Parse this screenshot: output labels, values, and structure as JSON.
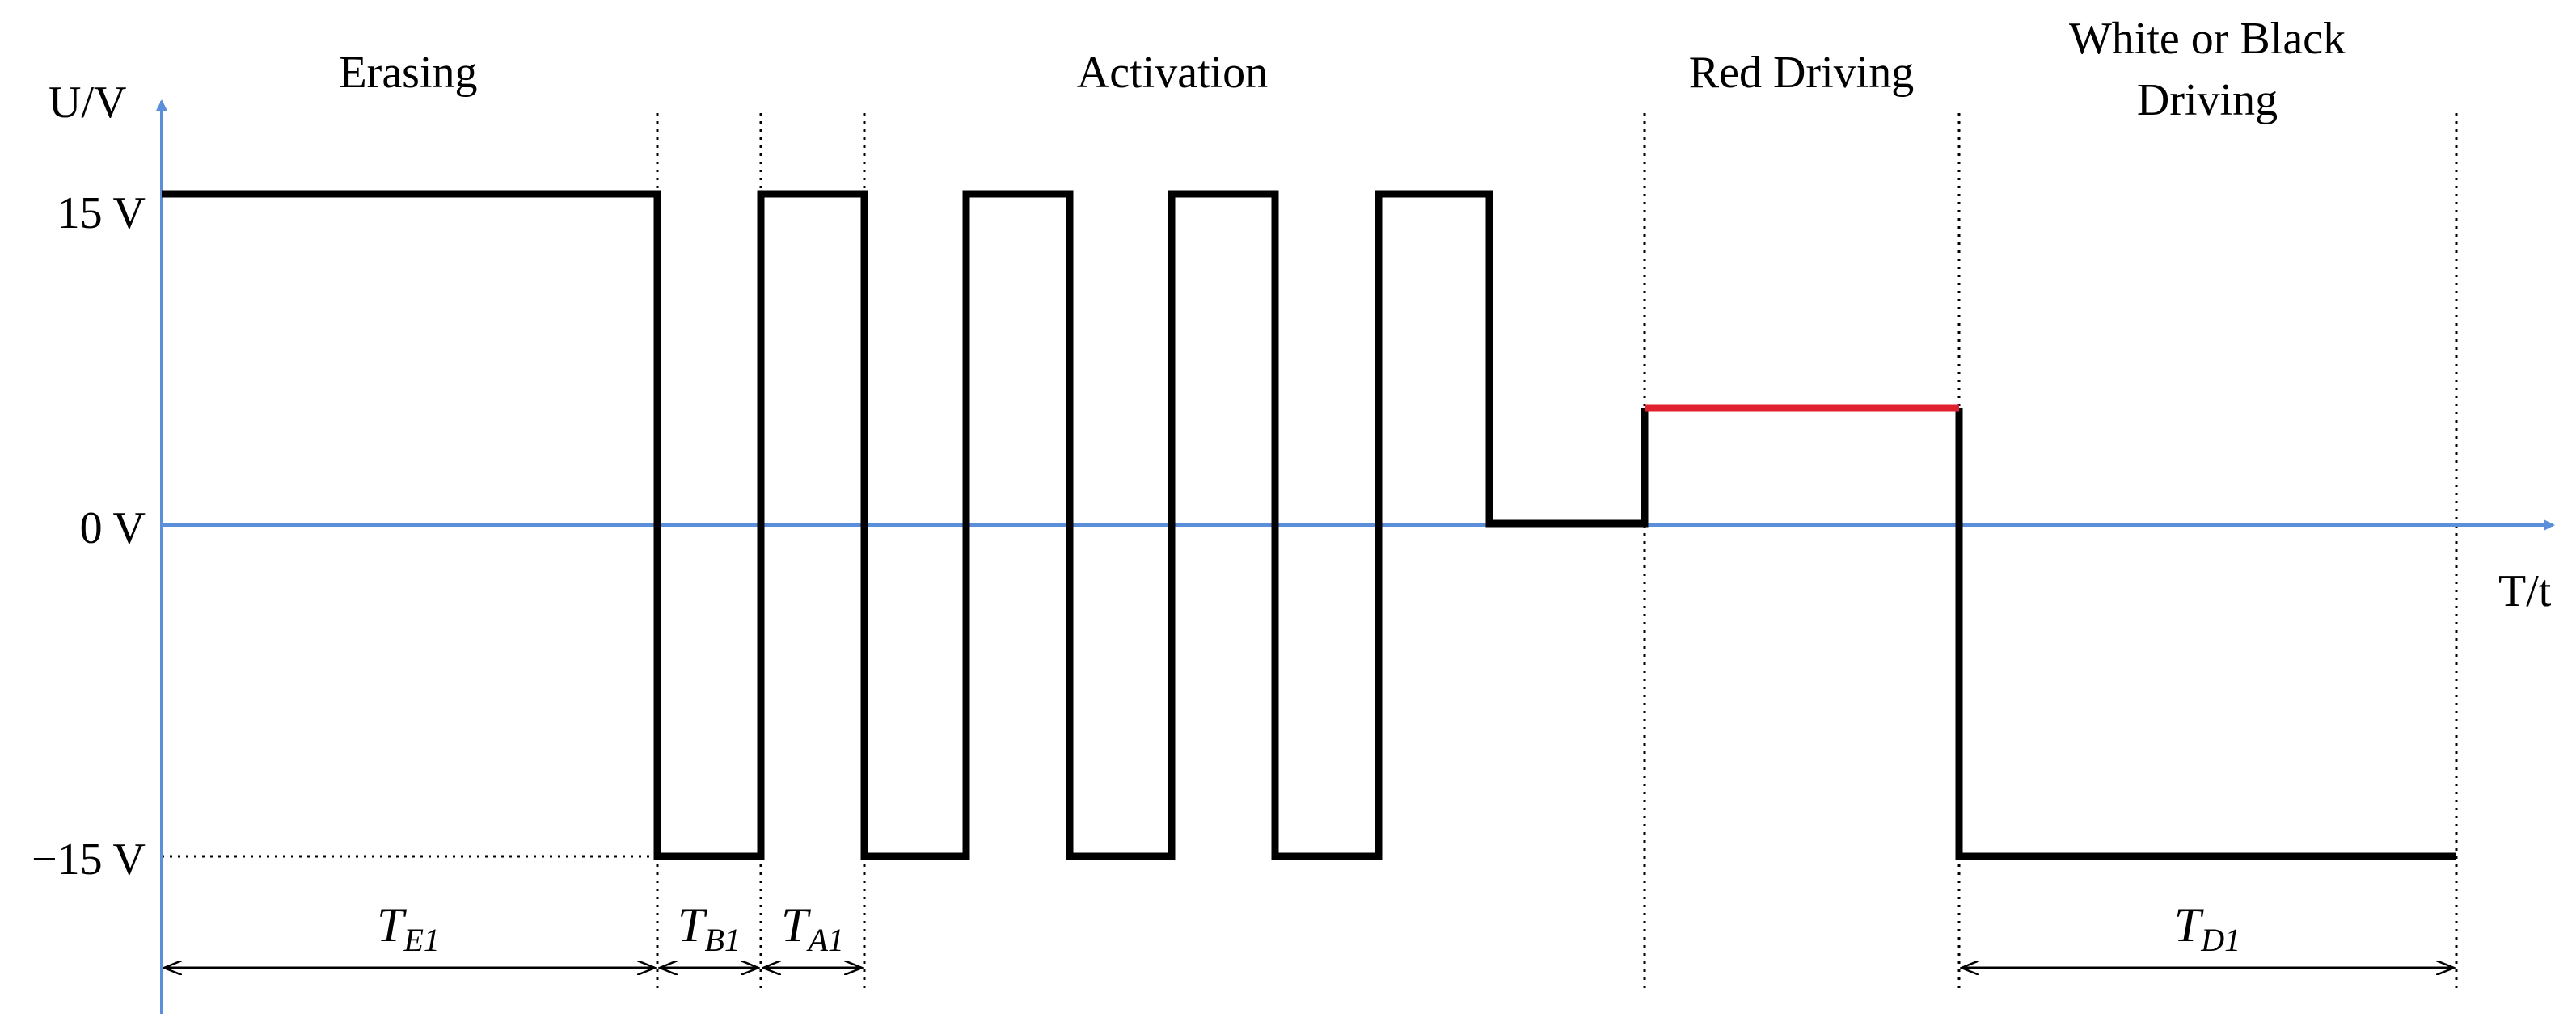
{
  "axes": {
    "y_label": "U/V",
    "x_label": "T/t",
    "color": "#5b8fd9"
  },
  "levels": {
    "pos": "15 V",
    "zero": "0 V",
    "neg": "−15 V"
  },
  "phases": {
    "erasing": "Erasing",
    "activation": "Activation",
    "red_driving": "Red Driving",
    "white_black_line1": "White or Black",
    "white_black_line2": "Driving"
  },
  "intervals": [
    {
      "id": "E1",
      "symbol": "T",
      "subscript": "E1"
    },
    {
      "id": "B1",
      "symbol": "T",
      "subscript": "B1"
    },
    {
      "id": "A1",
      "symbol": "T",
      "subscript": "A1"
    },
    {
      "id": "D1",
      "symbol": "T",
      "subscript": "D1"
    }
  ],
  "colors": {
    "waveform": "#000000",
    "red_segment": "#e0202e",
    "axis": "#5b8fd9"
  }
}
